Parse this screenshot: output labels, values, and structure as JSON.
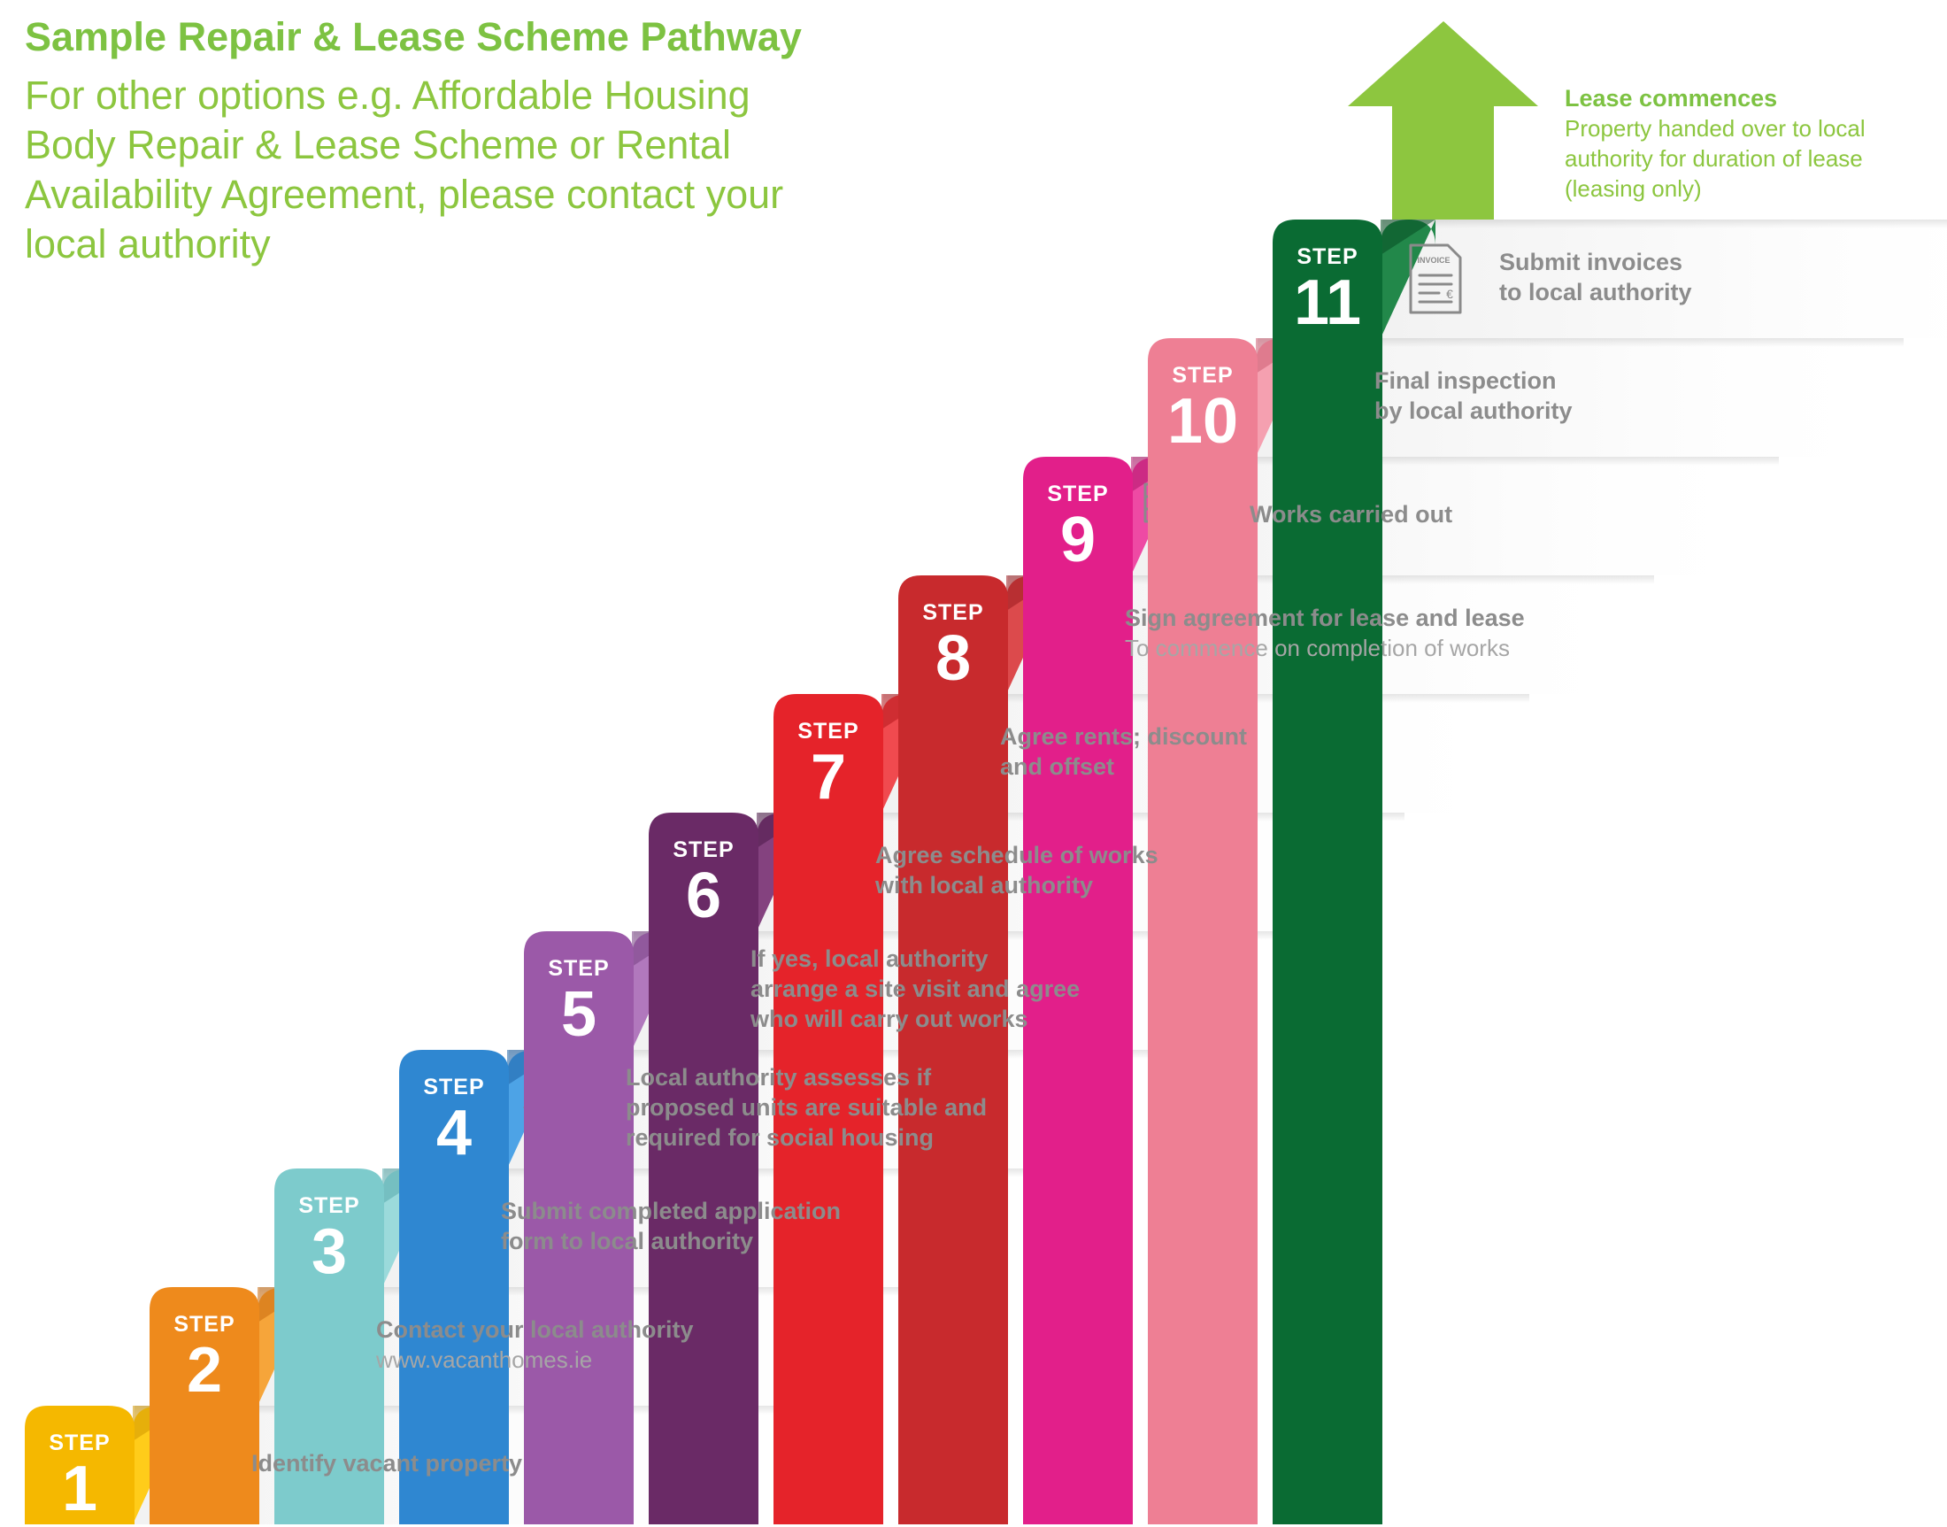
{
  "header": {
    "title": "Sample Repair & Lease Scheme Pathway",
    "subtitle": "For other options e.g. Affordable Housing Body Repair & Lease Scheme or Rental Availability Agreement, please contact your local authority"
  },
  "step_word": "STEP",
  "steps": [
    {
      "num": "1",
      "text": "Identify vacant property",
      "sub": "",
      "icon": "house-check-icon",
      "color": "#f5b800",
      "color_light": "#ffcc1a",
      "color_dark": "#d19800"
    },
    {
      "num": "2",
      "text": "Contact your local authority",
      "sub": "www.vacanthomes.ie",
      "icon": "globe-icon",
      "color": "#ee8a1c",
      "color_light": "#f6a53a",
      "color_dark": "#c96a0d"
    },
    {
      "num": "3",
      "text": "Submit completed application\nform to local authority",
      "sub": "",
      "icon": "form-document-icon",
      "color": "#7dcbcc",
      "color_light": "#9bdadb",
      "color_dark": "#55aaab"
    },
    {
      "num": "4",
      "text": "Local authority assesses if\nproposed units are suitable and\nrequired for social housing",
      "sub": "",
      "icon": "house-search-icon",
      "color": "#2f87d1",
      "color_light": "#4da3e6",
      "color_dark": "#1d63a6"
    },
    {
      "num": "5",
      "text": "If yes, local authority\narrange a site visit and agree\nwho will carry out works",
      "sub": "",
      "icon": "map-pin-icon",
      "color": "#9b59a8",
      "color_light": "#b178bd",
      "color_dark": "#763f83"
    },
    {
      "num": "6",
      "text": "Agree schedule of works\nwith local authority",
      "sub": "",
      "icon": "calendar-icon",
      "color": "#6a2a66",
      "color_light": "#84427f",
      "color_dark": "#4c1a49"
    },
    {
      "num": "7",
      "text": "Agree rents; discount\nand offset",
      "sub": "",
      "icon": "calculator-icon",
      "color": "#e5232a",
      "color_light": "#f04a4f",
      "color_dark": "#b5151b"
    },
    {
      "num": "8",
      "text": "Sign agreement for lease and lease",
      "sub": "To commence on completion of works",
      "icon": "signed-document-icon",
      "color": "#c82a2d",
      "color_light": "#dc4a4c",
      "color_dark": "#9a1a1d"
    },
    {
      "num": "9",
      "text": "Works carried out",
      "sub": "",
      "icon": "brick-trowel-icon",
      "color": "#e21f8a",
      "color_light": "#ee4aa4",
      "color_dark": "#b0126a"
    },
    {
      "num": "10",
      "text": "Final inspection\nby local authority",
      "sub": "",
      "icon": "clipboard-inspect-icon",
      "color": "#ee7f94",
      "color_light": "#f5a0b0",
      "color_dark": "#cc5d72"
    },
    {
      "num": "11",
      "text": "Submit invoices\nto local authority",
      "sub": "",
      "icon": "invoice-icon",
      "color": "#0a6b33",
      "color_light": "#22884a",
      "color_dark": "#054d23"
    }
  ],
  "invoice_label": "INVOICE",
  "invoice_currency": "€",
  "final": {
    "title": "Lease commences",
    "text": "Property handed over to local authority for duration of lease (leasing only)",
    "arrow_color": "#8dc63f"
  }
}
